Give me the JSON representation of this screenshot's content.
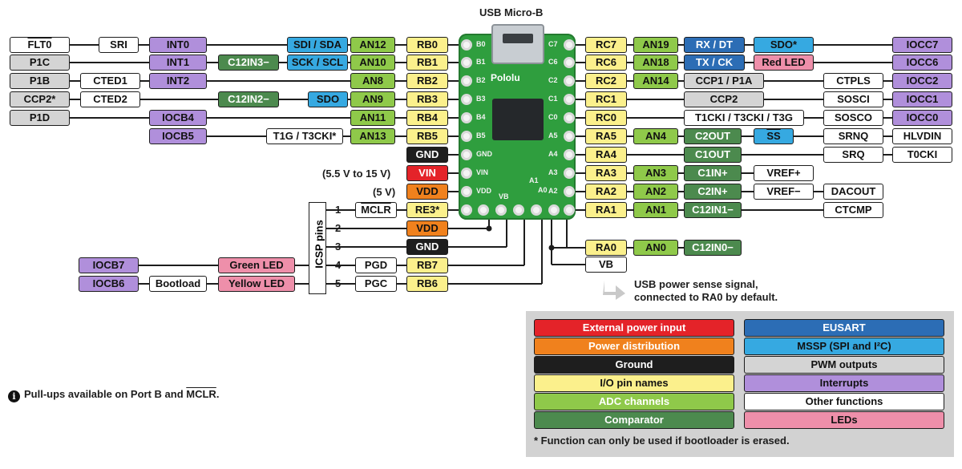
{
  "usb_label": "USB Micro-B",
  "board": {
    "brand": "Pololu",
    "silkscreen": [
      "B0",
      "B1",
      "B2",
      "B3",
      "B4",
      "B5",
      "GND",
      "VIN",
      "VDD",
      "C7",
      "C6",
      "C2",
      "C1",
      "C0",
      "A5",
      "A4",
      "A3",
      "A2",
      "A1",
      "A0",
      "VB",
      "GND"
    ]
  },
  "power_labels": {
    "vin_range": "(5.5 V to 15 V)",
    "vdd_level": "(5 V)"
  },
  "left_rows": [
    {
      "pin": "RB0",
      "labels": [
        "AN12",
        "SDI / SDA",
        "INT0",
        "SRI",
        "FLT0"
      ]
    },
    {
      "pin": "RB1",
      "labels": [
        "AN10",
        "SCK / SCL",
        "C12IN3−",
        "INT1",
        "P1C"
      ]
    },
    {
      "pin": "RB2",
      "labels": [
        "AN8",
        "INT2",
        "CTED1",
        "P1B"
      ]
    },
    {
      "pin": "RB3",
      "labels": [
        "AN9",
        "SDO",
        "C12IN2−",
        "CTED2",
        "CCP2*"
      ]
    },
    {
      "pin": "RB4",
      "labels": [
        "AN11",
        "IOCB4",
        "P1D"
      ]
    },
    {
      "pin": "RB5",
      "labels": [
        "AN13",
        "T1G / T3CKI*",
        "IOCB5"
      ]
    },
    {
      "pin": "GND",
      "labels": []
    },
    {
      "pin": "VIN",
      "labels": []
    },
    {
      "pin": "VDD",
      "labels": []
    },
    {
      "pin": "RE3*",
      "labels": [
        "MCLR"
      ]
    }
  ],
  "right_rows": [
    {
      "pin": "RC7",
      "labels": [
        "AN19",
        "RX / DT",
        "SDO*",
        "IOCC7"
      ]
    },
    {
      "pin": "RC6",
      "labels": [
        "AN18",
        "TX / CK",
        "Red LED",
        "IOCC6"
      ]
    },
    {
      "pin": "RC2",
      "labels": [
        "AN14",
        "CCP1 / P1A",
        "CTPLS",
        "IOCC2"
      ]
    },
    {
      "pin": "RC1",
      "labels": [
        "CCP2",
        "SOSCI",
        "IOCC1"
      ]
    },
    {
      "pin": "RC0",
      "labels": [
        "T1CKI / T3CKI / T3G",
        "SOSCO",
        "IOCC0"
      ]
    },
    {
      "pin": "RA5",
      "labels": [
        "AN4",
        "C2OUT",
        "SS",
        "SRNQ",
        "HLVDIN"
      ]
    },
    {
      "pin": "RA4",
      "labels": [
        "C1OUT",
        "SRQ",
        "T0CKI"
      ]
    },
    {
      "pin": "RA3",
      "labels": [
        "AN3",
        "C1IN+",
        "VREF+"
      ]
    },
    {
      "pin": "RA2",
      "labels": [
        "AN2",
        "C2IN+",
        "VREF−",
        "DACOUT"
      ]
    },
    {
      "pin": "RA1",
      "labels": [
        "AN1",
        "C12IN1−",
        "CTCMP"
      ]
    },
    {
      "pin": "RA0",
      "labels": [
        "AN0",
        "C12IN0−"
      ]
    },
    {
      "pin": "VB",
      "labels": []
    }
  ],
  "icsp": {
    "title": "ICSP pins",
    "rows": [
      {
        "num": "1",
        "func": "MCLR",
        "pin": "RE3*"
      },
      {
        "num": "2",
        "func": "",
        "pin": "VDD"
      },
      {
        "num": "3",
        "func": "",
        "pin": "GND"
      },
      {
        "num": "4",
        "func": "PGD",
        "pin": "RB7",
        "extra": [
          "Green LED",
          "IOCB7"
        ]
      },
      {
        "num": "5",
        "func": "PGC",
        "pin": "RB6",
        "extra": [
          "Yellow LED",
          "Bootload",
          "IOCB6"
        ]
      }
    ]
  },
  "vb_note": [
    "USB power sense signal,",
    "connected to RA0 by default."
  ],
  "legend": {
    "items": [
      {
        "label": "External power input",
        "color": "#e42329"
      },
      {
        "label": "Power distribution",
        "color": "#f0811d"
      },
      {
        "label": "Ground",
        "color": "#1e1e1e"
      },
      {
        "label": "I/O pin names",
        "color": "#fbf08c"
      },
      {
        "label": "ADC channels",
        "color": "#8fc94a"
      },
      {
        "label": "Comparator",
        "color": "#4c8a4e"
      },
      {
        "label": "EUSART",
        "color": "#2c6db5"
      },
      {
        "label": "MSSP (SPI and I²C)",
        "color": "#36a9e1"
      },
      {
        "label": "PWM outputs",
        "color": "#d4d4d4"
      },
      {
        "label": "Interrupts",
        "color": "#b08fdb"
      },
      {
        "label": "Other functions",
        "color": "#ffffff"
      },
      {
        "label": "LEDs",
        "color": "#ee8faa"
      }
    ],
    "footnote": "* Function can only be used if bootloader is erased."
  },
  "note": {
    "prefix": "Pull-ups available on Port B and ",
    "overlined": "MCLR",
    "suffix": "."
  }
}
